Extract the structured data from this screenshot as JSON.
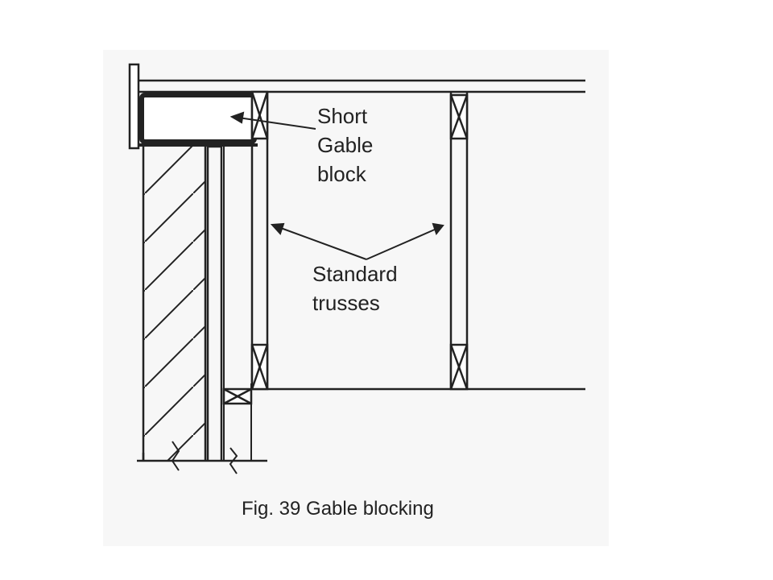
{
  "labels": {
    "short_gable_block": [
      "Short",
      "Gable",
      "block"
    ],
    "standard_trusses": [
      "Standard",
      "trusses"
    ]
  },
  "caption": "Fig. 39  Gable blocking",
  "colors": {
    "ink": "#222222",
    "panel": "#f7f7f7",
    "background": "#ffffff"
  }
}
